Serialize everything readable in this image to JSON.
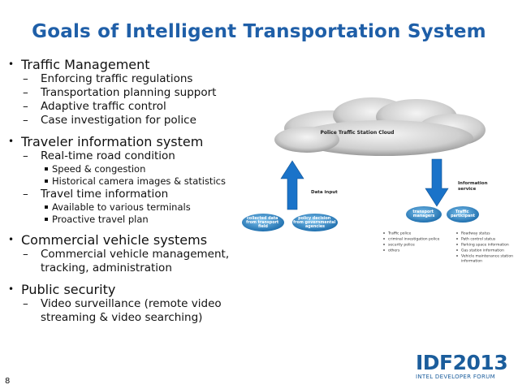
{
  "slide": {
    "title": "Goals of Intelligent Transportation System",
    "number": "8"
  },
  "bullets": [
    {
      "text": "Traffic Management",
      "subs": [
        {
          "text": "Enforcing traffic regulations"
        },
        {
          "text": "Transportation planning support"
        },
        {
          "text": "Adaptive traffic control"
        },
        {
          "text": "Case investigation for police"
        }
      ]
    },
    {
      "text": "Traveler information system",
      "subs": [
        {
          "text": "Real-time road condition",
          "subs": [
            "Speed & congestion",
            "Historical camera images & statistics"
          ]
        },
        {
          "text": "Travel time information",
          "subs": [
            "Available to various terminals",
            "Proactive travel plan"
          ]
        }
      ]
    },
    {
      "text": "Commercial vehicle systems",
      "subs": [
        {
          "text": "Commercial vehicle management, tracking, administration"
        }
      ]
    },
    {
      "text": "Public security",
      "subs": [
        {
          "text": "Video surveillance (remote video streaming & video searching)"
        }
      ]
    }
  ],
  "diagram": {
    "cloud_label": "Police  Traffic Station  Cloud",
    "data_input_label": "Data input",
    "info_service_label": [
      "Information",
      "service"
    ],
    "node_collected": [
      "collected data",
      "from transport",
      "field"
    ],
    "node_policy": [
      "policy decision",
      "from governmental",
      "agencies"
    ],
    "node_transport": [
      "transport",
      "managers"
    ],
    "node_traffic": [
      "Traffic",
      "participant"
    ],
    "list_left": [
      "Traffic police",
      "criminal investigation police",
      "security police",
      "others"
    ],
    "list_right": [
      "Roadway status",
      "Path control status",
      "Parking space information",
      "Gas station information",
      "Vehicle maintenance station",
      "information"
    ]
  },
  "logo": {
    "main": "IDF2013",
    "sub": "INTEL DEVELOPER FORUM"
  },
  "colors": {
    "title": "#1f5fa8",
    "arrow": "#1a73c9",
    "node_fill": "#2e86c8"
  }
}
